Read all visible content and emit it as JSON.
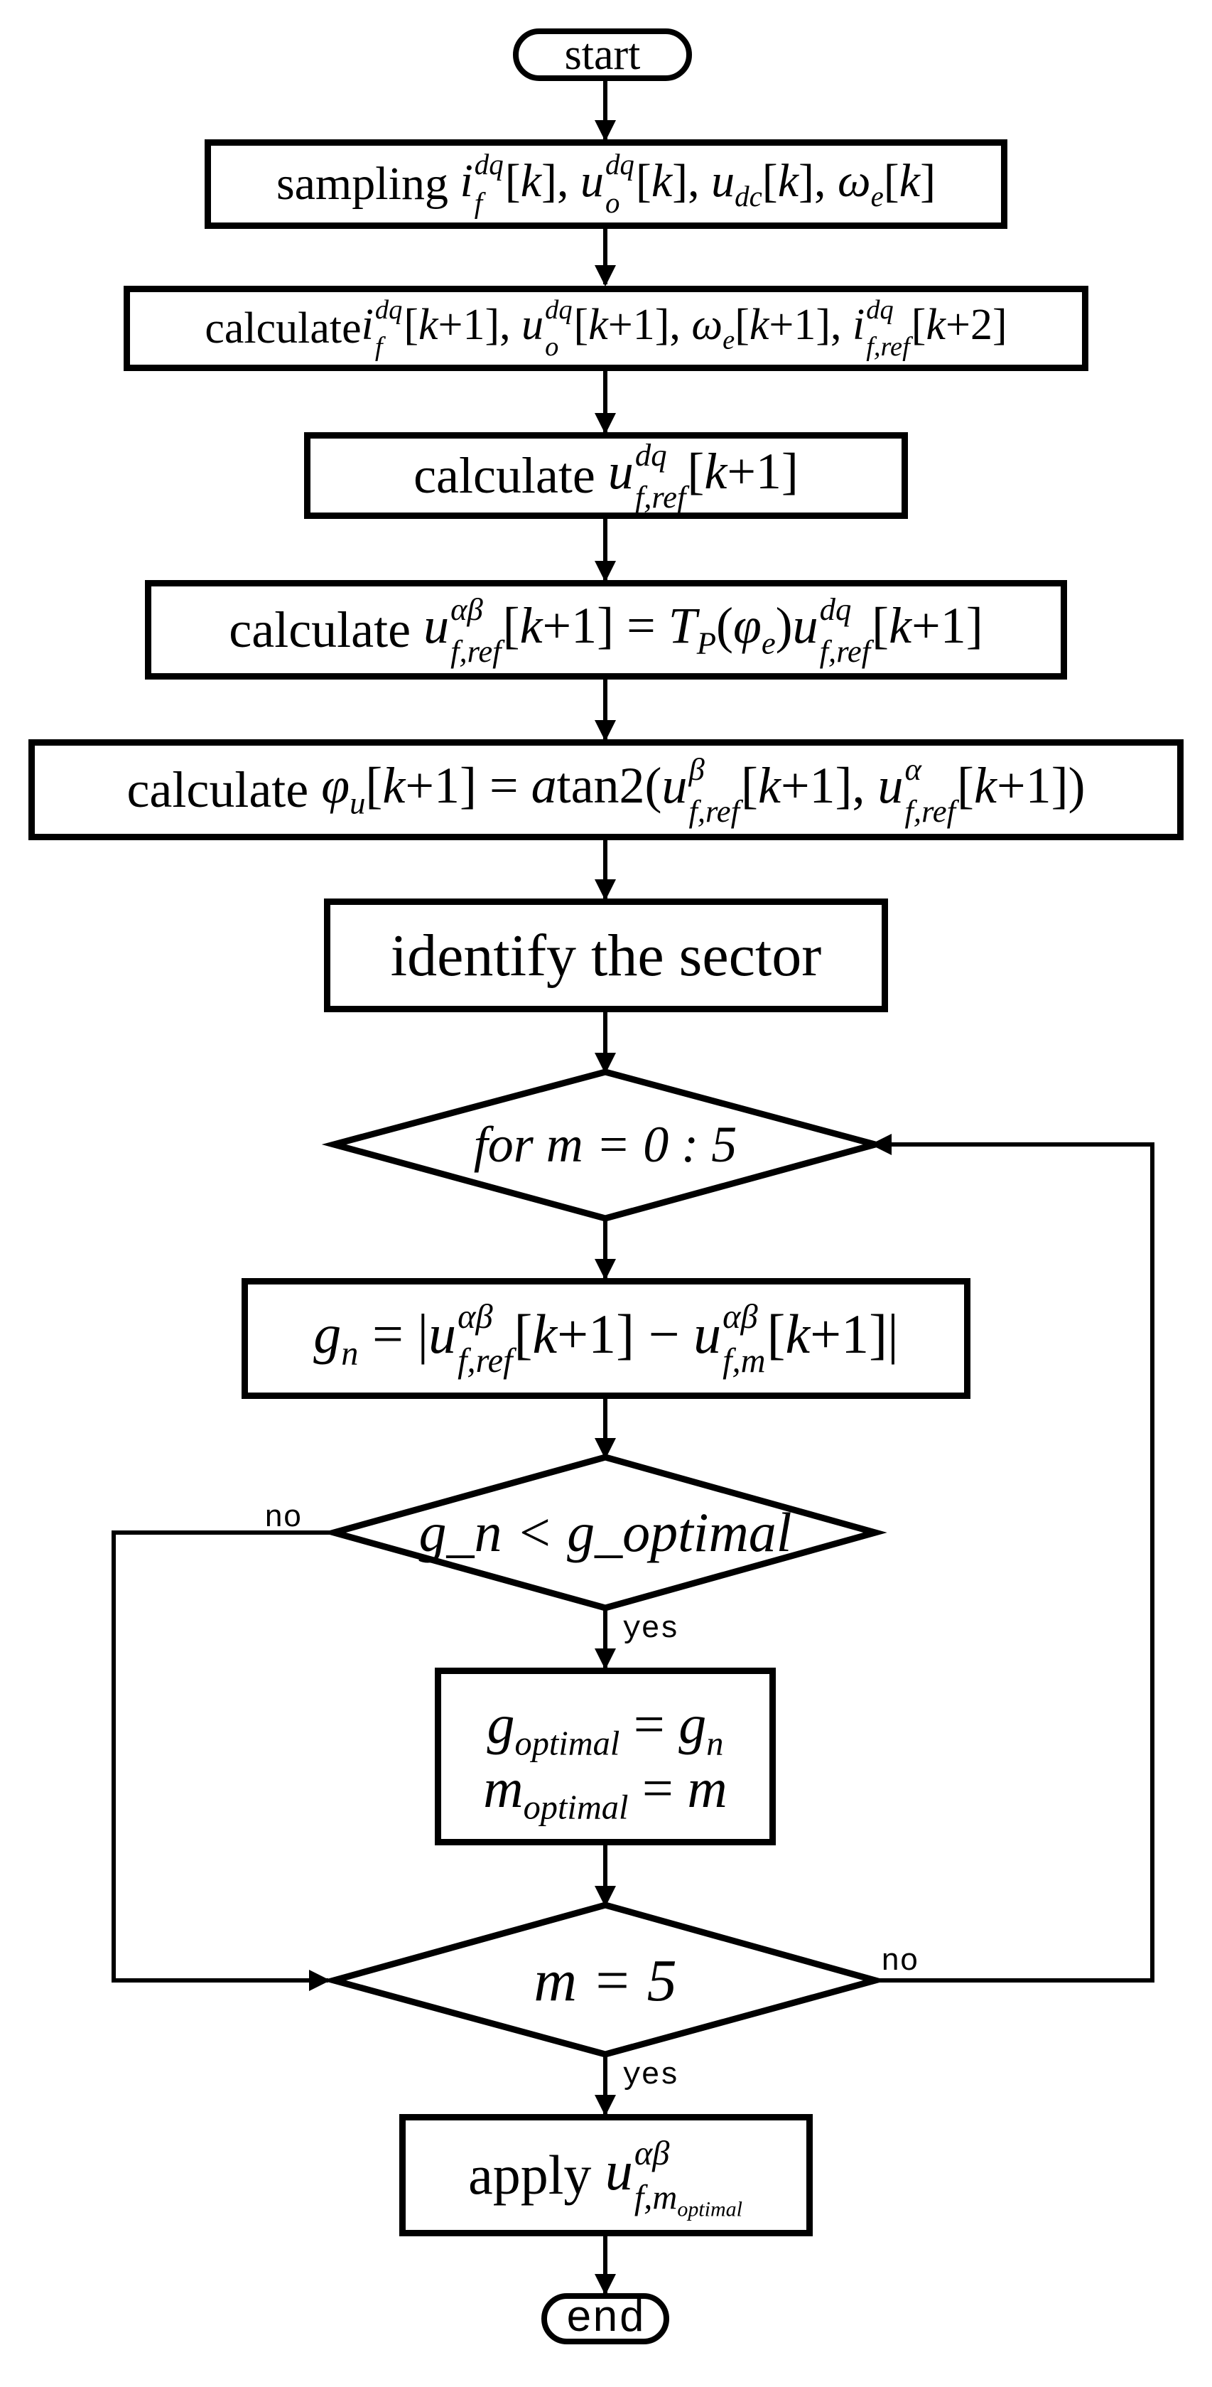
{
  "flowchart": {
    "start": "start",
    "end": "end",
    "sampling": {
      "word": "sampling"
    },
    "calc": {
      "word": "calculate"
    },
    "identify": "identify the sector",
    "loop": {
      "text": "for m = 0 : 5"
    },
    "compare": {
      "text": "g_n < g_optimal"
    },
    "check": {
      "text": "m = 5"
    },
    "apply": {
      "word": "apply"
    },
    "labels": {
      "no": "no",
      "yes": "yes"
    }
  }
}
